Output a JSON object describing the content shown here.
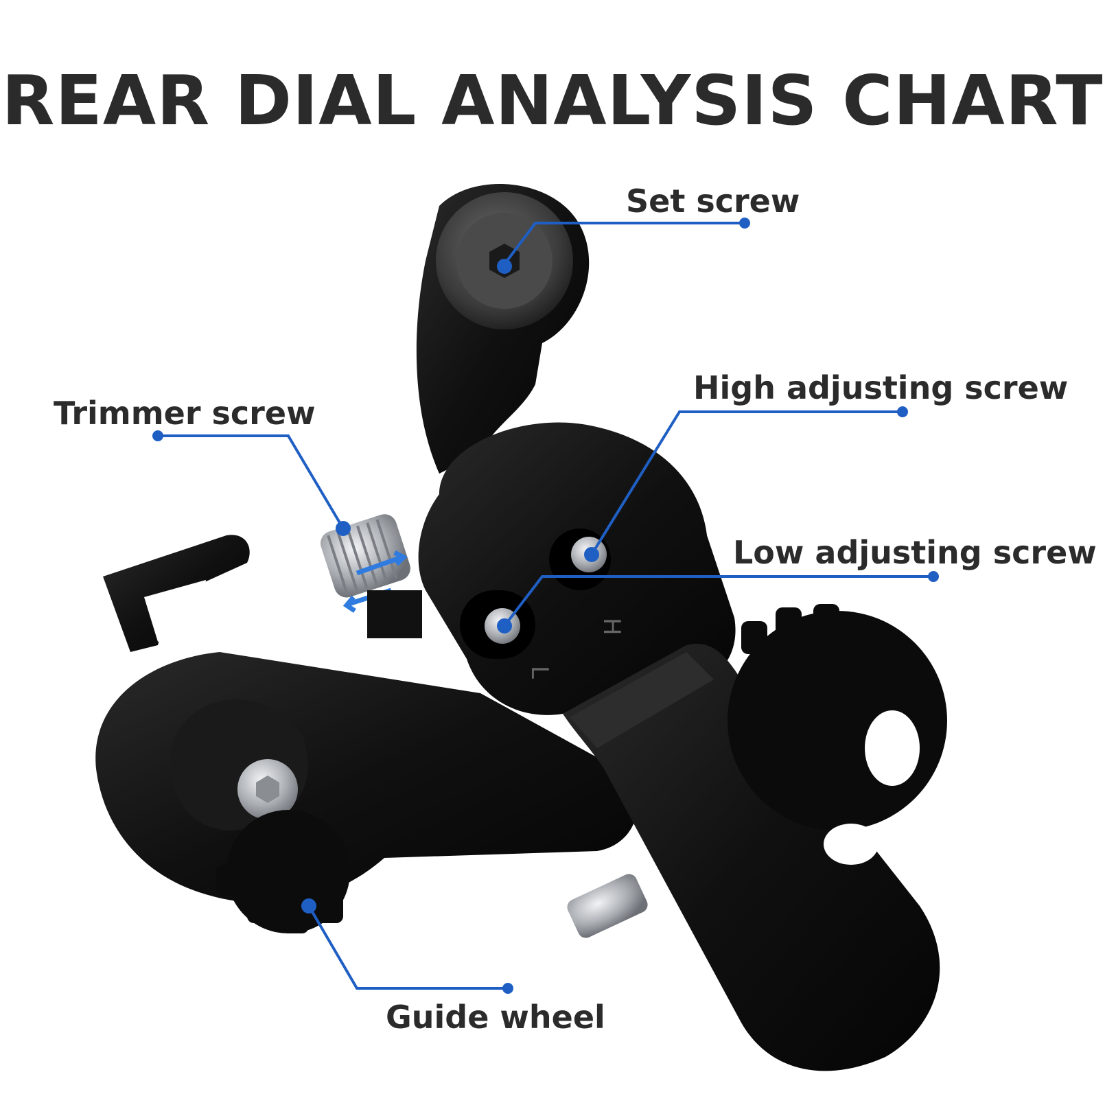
{
  "title": "REAR DIAL ANALYSIS CHART",
  "callouts": {
    "set_screw": "Set screw",
    "high_adjusting_screw": "High adjusting screw",
    "trimmer_screw": "Trimmer screw",
    "low_adjusting_screw": "Low adjusting screw",
    "guide_wheel": "Guide wheel"
  },
  "colors": {
    "leader_line": "#1f5fc4",
    "title_text": "#2b2b2b",
    "part_body": "#111111",
    "metal": "#b9bcc0"
  }
}
